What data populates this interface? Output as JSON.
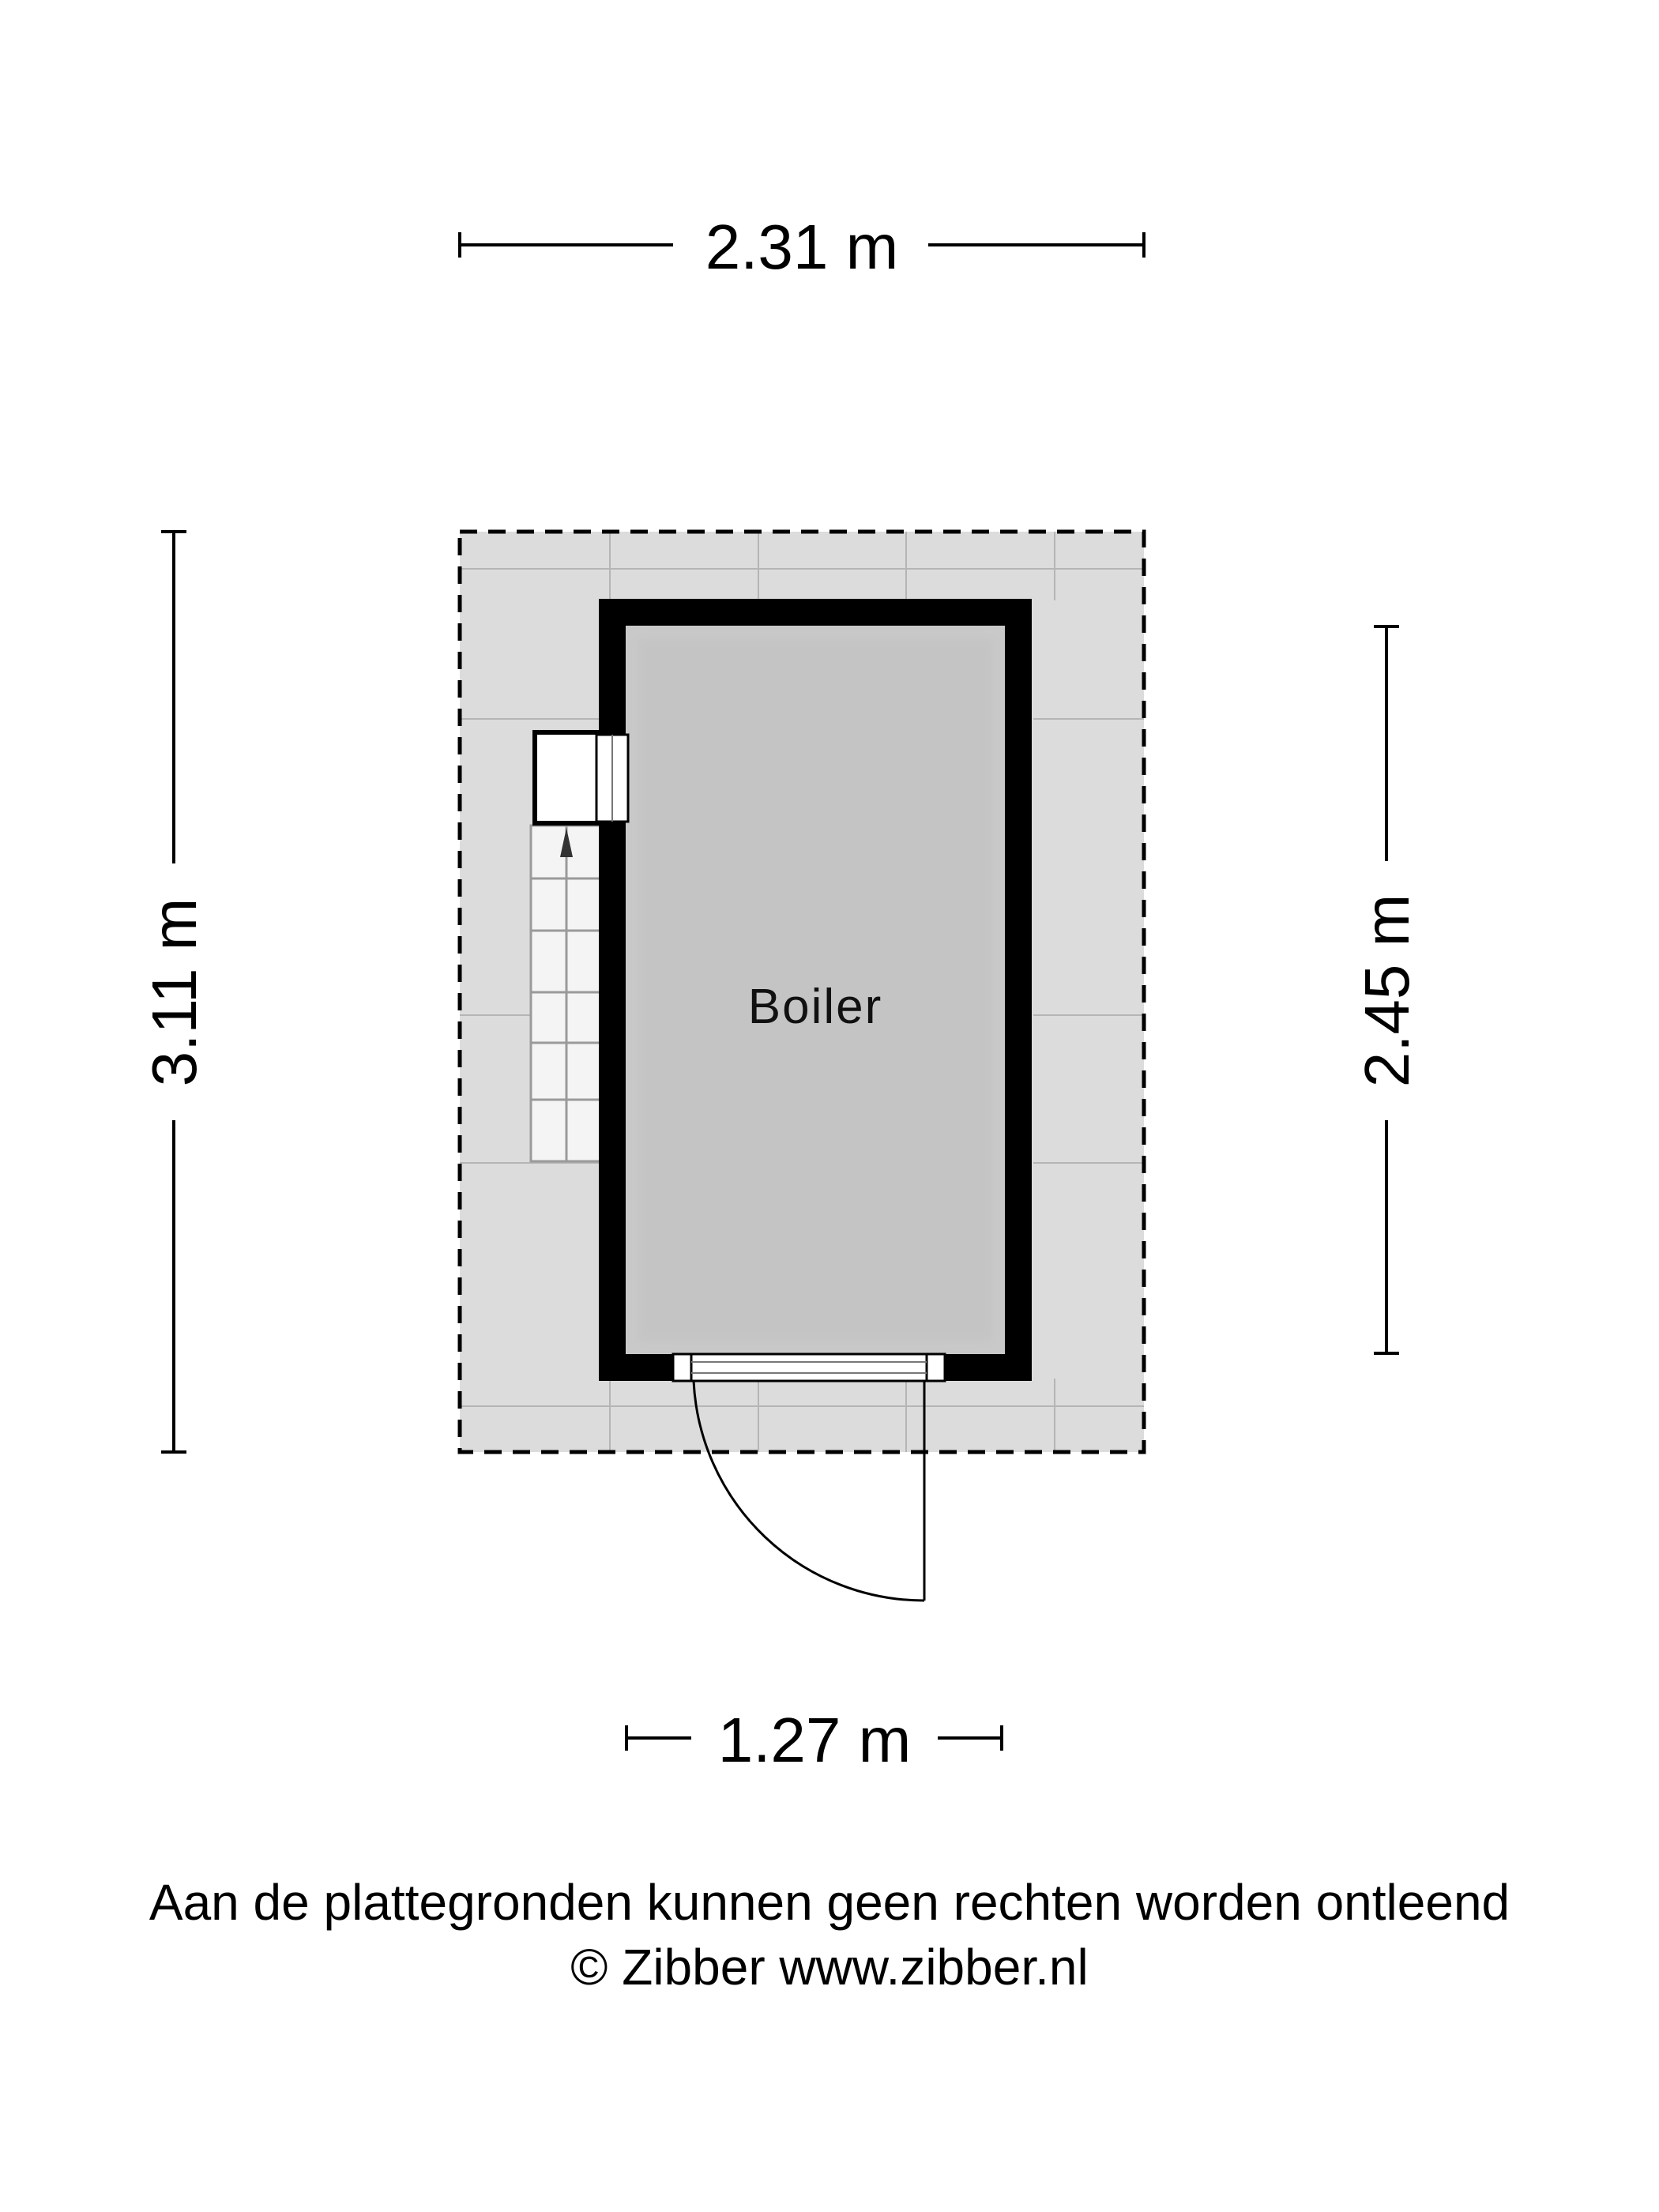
{
  "floorplan": {
    "room_label": "Boiler",
    "dimensions": {
      "top_width": "2.31 m",
      "left_height": "3.11 m",
      "right_height": "2.45 m",
      "bottom_width": "1.27 m"
    }
  },
  "footer": {
    "disclaimer": "Aan de plattegronden kunnen geen rechten worden ontleend",
    "copyright": "© Zibber www.zibber.nl"
  }
}
